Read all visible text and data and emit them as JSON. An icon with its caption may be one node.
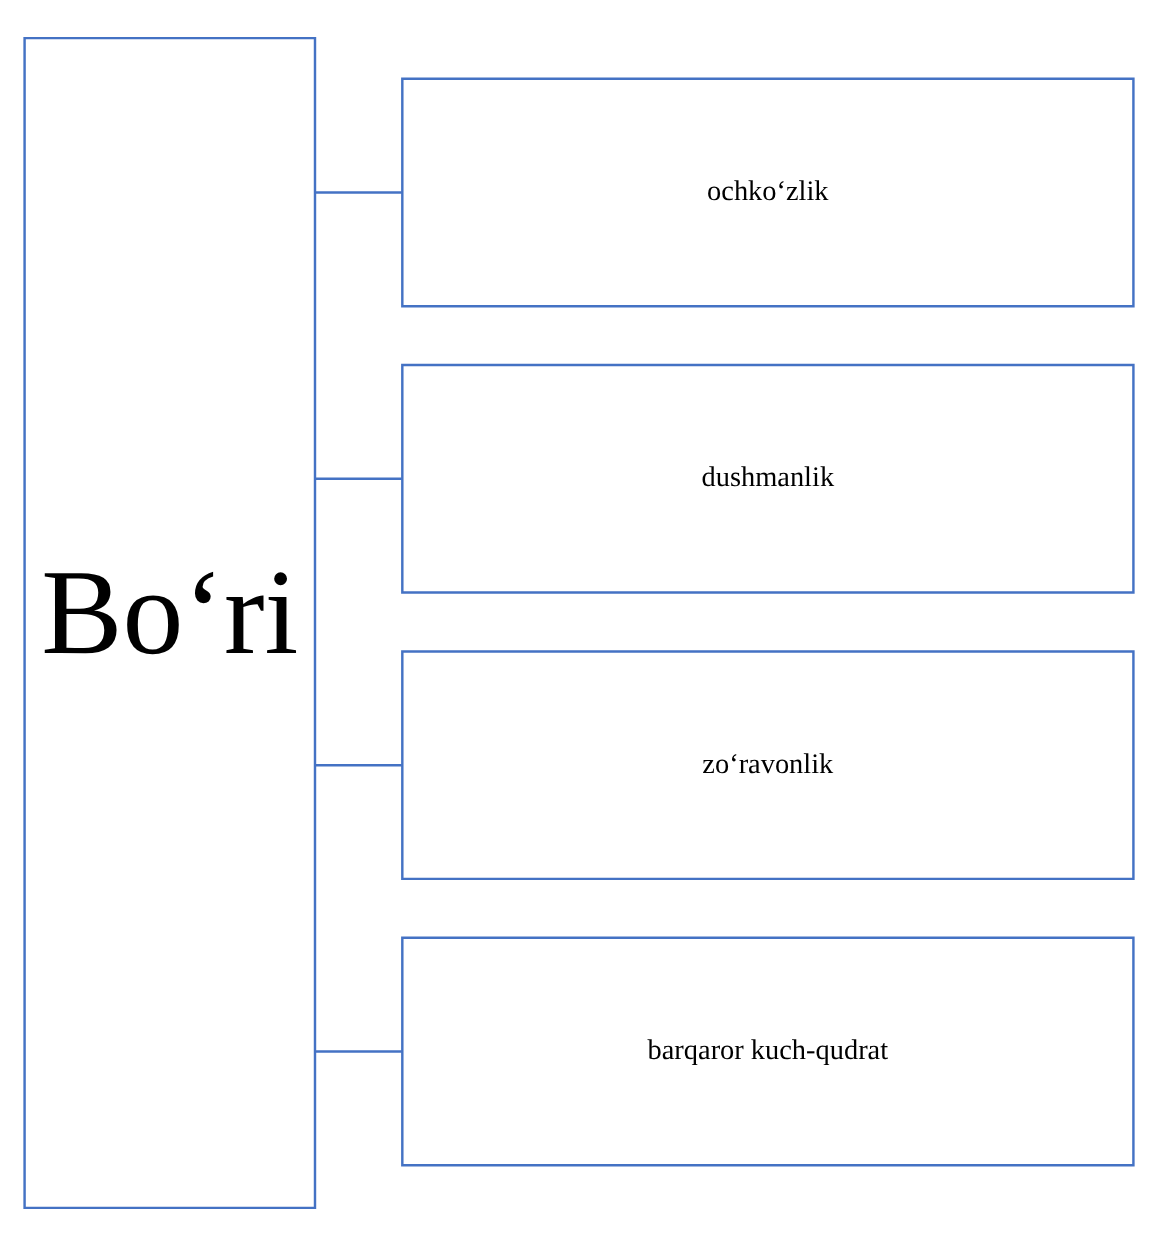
{
  "diagram": {
    "nodes": [
      {
        "text": [
          "Bo‘ri"
        ]
      },
      {
        "text": [
          "ochko‘zlik"
        ]
      },
      {
        "text": [
          "dushmanlik"
        ]
      },
      {
        "text": [
          "zo‘ravonlik"
        ]
      },
      {
        "text": [
          "barqaror kuch-qudrat"
        ]
      }
    ],
    "edges": [
      {
        "from": 0,
        "to": 1,
        "arrow": "none"
      },
      {
        "from": 0,
        "to": 2,
        "arrow": "none"
      },
      {
        "from": 0,
        "to": 3,
        "arrow": "none"
      },
      {
        "from": 0,
        "to": 4,
        "arrow": "none"
      }
    ]
  }
}
